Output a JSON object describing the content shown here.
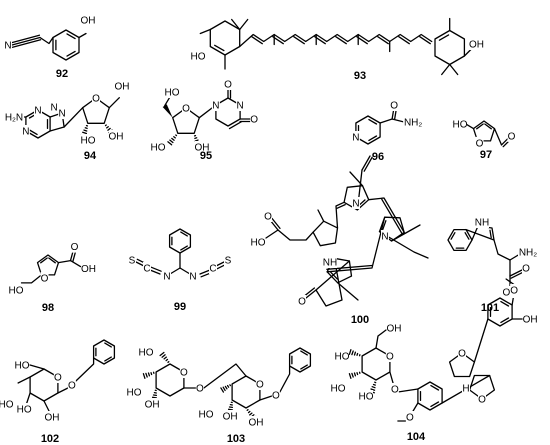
{
  "compounds": [
    {
      "id": "92"
    },
    {
      "id": "93"
    },
    {
      "id": "94"
    },
    {
      "id": "95"
    },
    {
      "id": "96"
    },
    {
      "id": "97"
    },
    {
      "id": "98"
    },
    {
      "id": "99"
    },
    {
      "id": "100"
    },
    {
      "id": "101"
    },
    {
      "id": "102"
    },
    {
      "id": "103"
    },
    {
      "id": "104"
    }
  ],
  "atoms": {
    "OH": "OH",
    "HO": "HO",
    "N": "N",
    "NH2": "NH₂",
    "H2N": "H₂N",
    "O": "O",
    "S": "S",
    "C": "C",
    "NH": "NH",
    "H": "H"
  }
}
